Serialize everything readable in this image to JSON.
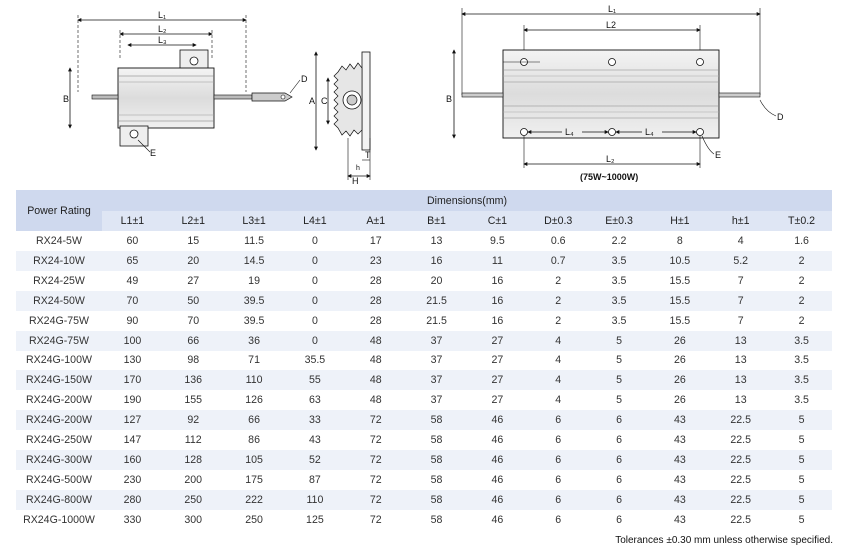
{
  "drawing_labels": {
    "left": {
      "L1": "L₁",
      "L2": "L₂",
      "L3": "L₃",
      "B": "B",
      "E": "E",
      "D": "D",
      "A": "A",
      "C": "C",
      "T": "T",
      "h": "h",
      "H": "H"
    },
    "right": {
      "L1": "L₁",
      "L2_top": "L2",
      "B": "B",
      "L4a": "L₄",
      "L4b": "L₄",
      "L2_bottom": "L₂",
      "range": "(75W~1000W)",
      "D": "D",
      "E": "E"
    }
  },
  "table": {
    "power_rating_header": "Power Rating",
    "dimensions_header": "Dimensions(mm)",
    "columns": [
      "L1±1",
      "L2±1",
      "L3±1",
      "L4±1",
      "A±1",
      "B±1",
      "C±1",
      "D±0.3",
      "E±0.3",
      "H±1",
      "h±1",
      "T±0.2"
    ],
    "rows": [
      [
        "RX24-5W",
        "60",
        "15",
        "11.5",
        "0",
        "17",
        "13",
        "9.5",
        "0.6",
        "2.2",
        "8",
        "4",
        "1.6"
      ],
      [
        "RX24-10W",
        "65",
        "20",
        "14.5",
        "0",
        "23",
        "16",
        "11",
        "0.7",
        "3.5",
        "10.5",
        "5.2",
        "2"
      ],
      [
        "RX24-25W",
        "49",
        "27",
        "19",
        "0",
        "28",
        "20",
        "16",
        "2",
        "3.5",
        "15.5",
        "7",
        "2"
      ],
      [
        "RX24-50W",
        "70",
        "50",
        "39.5",
        "0",
        "28",
        "21.5",
        "16",
        "2",
        "3.5",
        "15.5",
        "7",
        "2"
      ],
      [
        "RX24G-75W",
        "90",
        "70",
        "39.5",
        "0",
        "28",
        "21.5",
        "16",
        "2",
        "3.5",
        "15.5",
        "7",
        "2"
      ],
      [
        "RX24G-75W",
        "100",
        "66",
        "36",
        "0",
        "48",
        "37",
        "27",
        "4",
        "5",
        "26",
        "13",
        "3.5"
      ],
      [
        "RX24G-100W",
        "130",
        "98",
        "71",
        "35.5",
        "48",
        "37",
        "27",
        "4",
        "5",
        "26",
        "13",
        "3.5"
      ],
      [
        "RX24G-150W",
        "170",
        "136",
        "110",
        "55",
        "48",
        "37",
        "27",
        "4",
        "5",
        "26",
        "13",
        "3.5"
      ],
      [
        "RX24G-200W",
        "190",
        "155",
        "126",
        "63",
        "48",
        "37",
        "27",
        "4",
        "5",
        "26",
        "13",
        "3.5"
      ],
      [
        "RX24G-200W",
        "127",
        "92",
        "66",
        "33",
        "72",
        "58",
        "46",
        "6",
        "6",
        "43",
        "22.5",
        "5"
      ],
      [
        "RX24G-250W",
        "147",
        "112",
        "86",
        "43",
        "72",
        "58",
        "46",
        "6",
        "6",
        "43",
        "22.5",
        "5"
      ],
      [
        "RX24G-300W",
        "160",
        "128",
        "105",
        "52",
        "72",
        "58",
        "46",
        "6",
        "6",
        "43",
        "22.5",
        "5"
      ],
      [
        "RX24G-500W",
        "230",
        "200",
        "175",
        "87",
        "72",
        "58",
        "46",
        "6",
        "6",
        "43",
        "22.5",
        "5"
      ],
      [
        "RX24G-800W",
        "280",
        "250",
        "222",
        "110",
        "72",
        "58",
        "46",
        "6",
        "6",
        "43",
        "22.5",
        "5"
      ],
      [
        "RX24G-1000W",
        "330",
        "300",
        "250",
        "125",
        "72",
        "58",
        "46",
        "6",
        "6",
        "43",
        "22.5",
        "5"
      ]
    ]
  },
  "tolerance_note": "Tolerances ±0.30 mm unless otherwise specified."
}
